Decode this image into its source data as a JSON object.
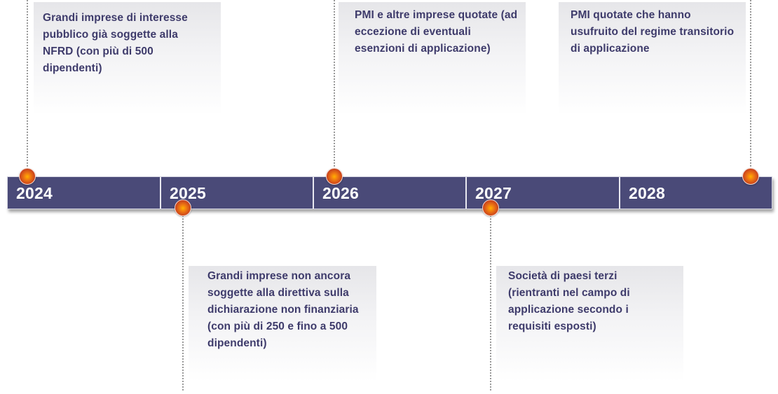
{
  "timeline": {
    "years": [
      {
        "label": "2024"
      },
      {
        "label": "2025"
      },
      {
        "label": "2026"
      },
      {
        "label": "2027"
      },
      {
        "label": "2028"
      }
    ],
    "colors": {
      "bar": "#4a4a78",
      "text": "#3e3b6b",
      "marker": "#e0601a"
    }
  },
  "milestones": {
    "top": [
      {
        "year": "2024",
        "text": "Grandi imprese di interesse pubblico già soggette alla NFRD (con più di 500 dipendenti)"
      },
      {
        "year": "2026",
        "text": "PMI e altre imprese quotate (ad eccezione di eventuali esenzioni di applicazione)"
      },
      {
        "year": "2028",
        "text": "PMI quotate che hanno usufruito del regime transitorio di applicazione"
      }
    ],
    "bottom": [
      {
        "year": "2025",
        "text": "Grandi imprese non ancora soggette alla direttiva sulla dichiarazione non finanziaria (con più di 250 e fino a 500 dipendenti)"
      },
      {
        "year": "2027",
        "text": "Società di paesi terzi (rientranti nel campo di applicazione secondo i requisiti esposti)"
      }
    ]
  }
}
